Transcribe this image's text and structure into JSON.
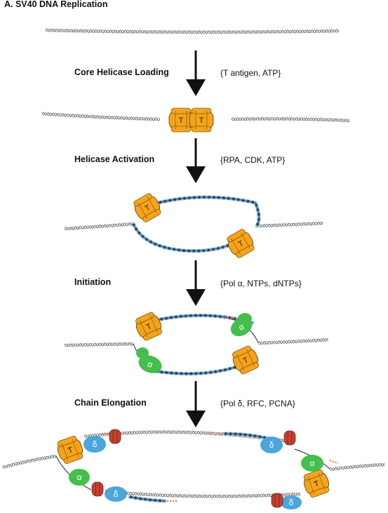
{
  "figure": {
    "title": "A.  SV40 DNA Replication",
    "steps": [
      {
        "name": "Core Helicase Loading",
        "reagents": "{T antigen, ATP}"
      },
      {
        "name": "Helicase Activation",
        "reagents": "{RPA, CDK, ATP}"
      },
      {
        "name": "Initiation",
        "reagents": "{Pol α, NTPs, dNTPs}"
      },
      {
        "name": "Chain Elongation",
        "reagents": "{Pol δ, RFC, PCNA}"
      }
    ],
    "protein_labels": {
      "t_antigen": "T",
      "pol_alpha": "α",
      "pol_delta": "δ"
    }
  },
  "colors": {
    "t_antigen": "#f5a31a",
    "pol_alpha": "#45bf4c",
    "pol_delta": "#4ba6dc",
    "rpa": "#8ec0e6",
    "pcna": "#c6402f",
    "rna_primer": "#e0734a",
    "dna": "#9a9a9a"
  }
}
